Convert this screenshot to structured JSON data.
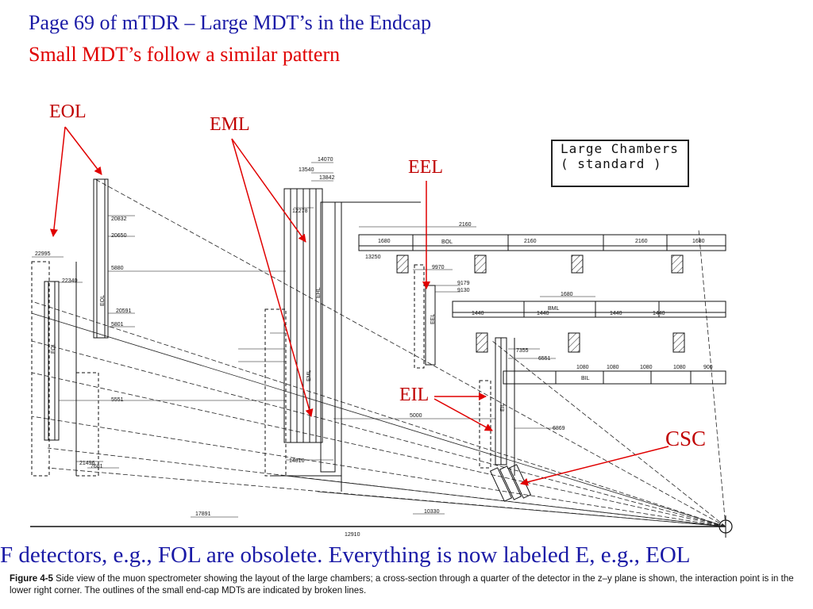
{
  "slide": {
    "title_line1": "Page 69 of mTDR – Large MDT’s in the Endcap",
    "title_line2": "Small MDT’s follow a similar pattern",
    "note": "F detectors, e.g., FOL are obsolete. Everything is now labeled E, e.g., EOL"
  },
  "callouts": {
    "eol": "EOL",
    "eml": "EML",
    "eel": "EEL",
    "eil": "EIL",
    "csc": "CSC"
  },
  "drawing": {
    "legend_line1": "Large Chambers",
    "legend_line2": "( standard )",
    "chamber_labels": [
      "EOL",
      "FOL",
      "EML",
      "EHL",
      "EEL",
      "EIL",
      "BOL",
      "BML",
      "BIL"
    ],
    "dimensions": [
      "14070",
      "13540",
      "13842",
      "12278",
      "20832",
      "20650",
      "22995",
      "22340",
      "20591",
      "5880",
      "5801",
      "5551",
      "5000",
      "9970",
      "9179",
      "9130",
      "2160",
      "1680",
      "1440",
      "1080",
      "900",
      "13250",
      "7355",
      "6551",
      "6869",
      "17891",
      "10330",
      "12910",
      "14810",
      "21496",
      "7681"
    ]
  },
  "caption": {
    "figure_label": "Figure 4-5",
    "text": " Side view of the muon spectrometer showing the layout of the large chambers; a cross-section through a quarter of the detector in the z–y plane is shown, the interaction point is in the lower right corner. The outlines of the small end-cap MDTs are indicated by broken lines."
  },
  "colors": {
    "title_blue": "#1a1aa6",
    "title_red": "#e00000",
    "callout_red": "#c00000",
    "arrow_red": "#e00000"
  }
}
